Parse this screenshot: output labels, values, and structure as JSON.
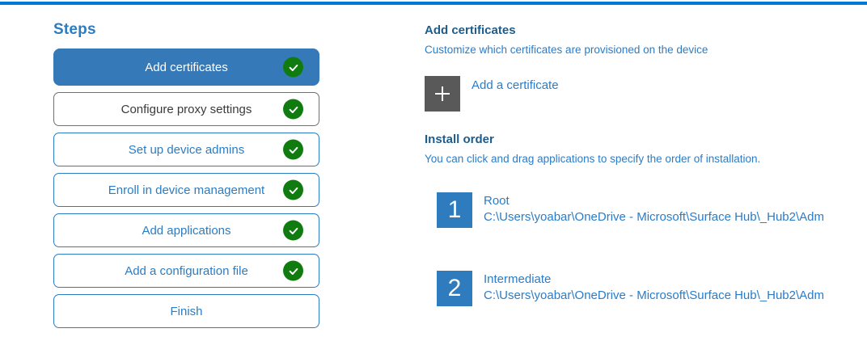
{
  "colors": {
    "top_accent_bar": "#0078d7",
    "selected_step_bg": "#3579b8",
    "step_blue": "#2b7cc4",
    "completed_green": "#107c10",
    "heading_blue": "#1e5c8a",
    "body_blue": "#2b7cc8",
    "tile_gray": "#595959",
    "number_tile_blue": "#2e7cbd"
  },
  "steps_panel": {
    "title": "Steps",
    "items": [
      {
        "label": "Add certificates",
        "selected": true,
        "completed": true
      },
      {
        "label": "Configure proxy settings",
        "selected": false,
        "completed": true
      },
      {
        "label": "Set up device admins",
        "selected": false,
        "completed": true
      },
      {
        "label": "Enroll in device management",
        "selected": false,
        "completed": true
      },
      {
        "label": "Add applications",
        "selected": false,
        "completed": true
      },
      {
        "label": "Add a configuration file",
        "selected": false,
        "completed": true
      },
      {
        "label": "Finish",
        "selected": false,
        "completed": false
      }
    ]
  },
  "content": {
    "title": "Add certificates",
    "subtitle": "Customize which certificates are provisioned on the device",
    "add_certificate": {
      "icon": "plus-icon",
      "label": "Add a certificate"
    },
    "install_order": {
      "title": "Install order",
      "subtitle": "You can click and drag applications to specify the order of installation.",
      "items": [
        {
          "number": "1",
          "name": "Root",
          "path": "C:\\Users\\yoabar\\OneDrive - Microsoft\\Surface Hub\\_Hub2\\Adm"
        },
        {
          "number": "2",
          "name": "Intermediate",
          "path": "C:\\Users\\yoabar\\OneDrive - Microsoft\\Surface Hub\\_Hub2\\Adm"
        }
      ]
    }
  }
}
